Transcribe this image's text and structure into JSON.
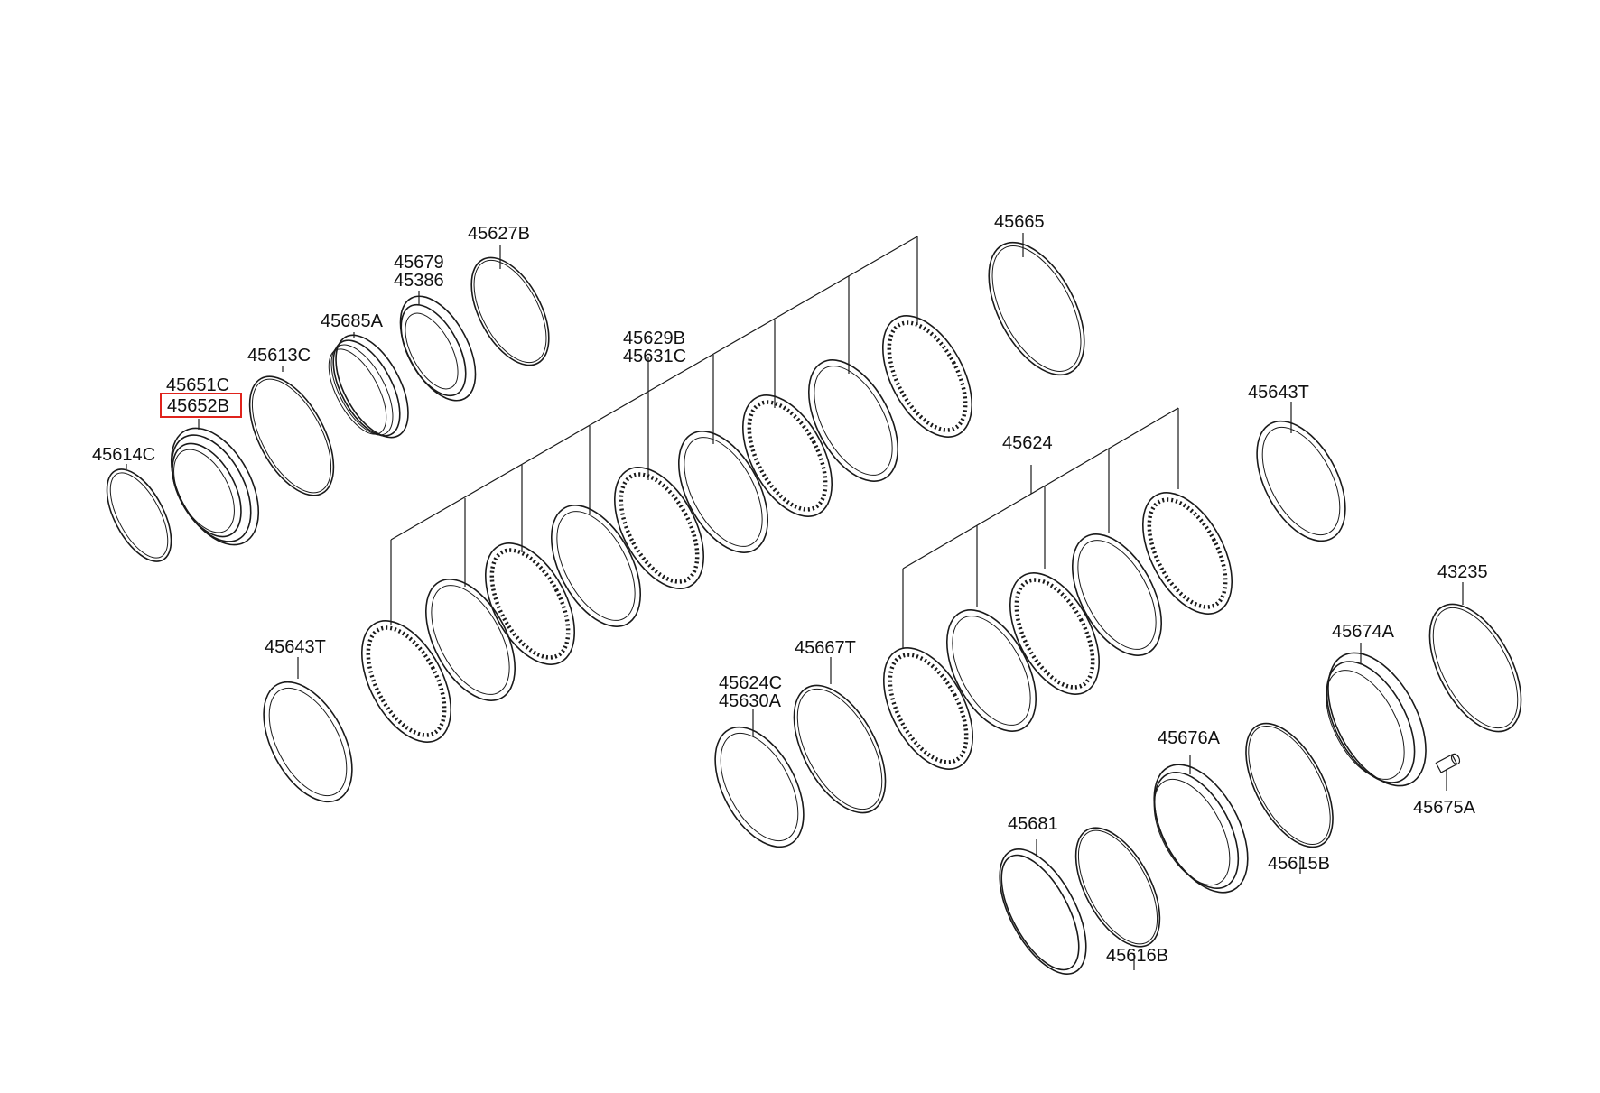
{
  "highlight_color": "#e0231c",
  "line_color": "#1a1a1a",
  "labels": {
    "p45614C": "45614C",
    "p45651C": "45651C",
    "p45652B": "45652B",
    "p45613C": "45613C",
    "p45685A": "45685A",
    "p45679": "45679",
    "p45386": "45386",
    "p45627B": "45627B",
    "p45629B": "45629B",
    "p45631C": "45631C",
    "p45665": "45665",
    "p45643T_left": "45643T",
    "p45643T_right": "45643T",
    "p45624": "45624",
    "p45624C": "45624C",
    "p45630A": "45630A",
    "p45667T": "45667T",
    "p43235": "43235",
    "p45674A": "45674A",
    "p45676A": "45676A",
    "p45675A": "45675A",
    "p45681": "45681",
    "p45615B": "45615B",
    "p45616B": "45616B"
  },
  "highlighted_part": "45652B"
}
